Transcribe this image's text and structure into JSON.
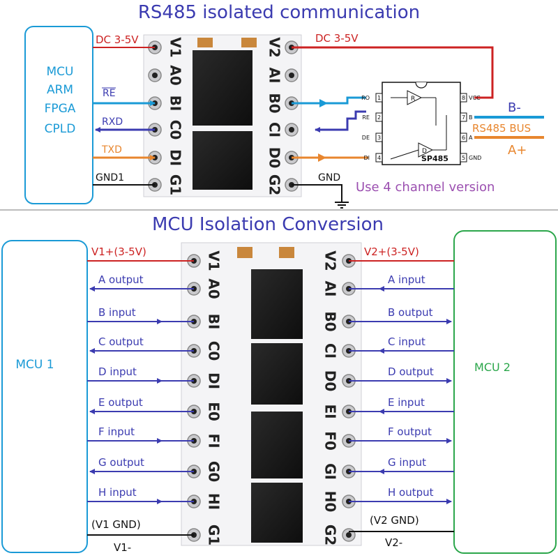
{
  "top": {
    "title": "RS485 isolated communication",
    "mcu_lines": [
      "MCU",
      "ARM",
      "FPGA",
      "CPLD"
    ],
    "left_labels": {
      "dc": "DC 3-5V",
      "re": "RE",
      "rxd": "RXD",
      "txd": "TXD",
      "gnd": "GND1"
    },
    "right_labels": {
      "dc": "DC 3-5V",
      "gnd": "GND"
    },
    "board_left_pins": [
      "V1",
      "A0",
      "BI",
      "C0",
      "DI",
      "G1"
    ],
    "board_right_pins": [
      "V2",
      "AI",
      "B0",
      "CI",
      "D0",
      "G2"
    ],
    "sp485": {
      "name": "SP485",
      "left_pins": [
        {
          "num": "1",
          "label": "RO"
        },
        {
          "num": "2",
          "label": "RE"
        },
        {
          "num": "3",
          "label": "DE"
        },
        {
          "num": "4",
          "label": "DI"
        }
      ],
      "right_pins": [
        {
          "num": "8",
          "label": "VCC"
        },
        {
          "num": "7",
          "label": "B"
        },
        {
          "num": "6",
          "label": "A"
        },
        {
          "num": "5",
          "label": "GND"
        }
      ],
      "r_label": "R",
      "d_label": "D"
    },
    "bus": {
      "b": "B-",
      "name": "RS485 BUS",
      "a": "A+"
    },
    "note": "Use 4 channel version"
  },
  "bottom": {
    "title": "MCU Isolation Conversion",
    "mcu1": "MCU 1",
    "mcu2": "MCU 2",
    "v1_label": "V1+(3-5V)",
    "v2_label": "V2+(3-5V)",
    "left_pins": [
      "V1",
      "A0",
      "BI",
      "C0",
      "DI",
      "E0",
      "FI",
      "G0",
      "HI",
      "G1"
    ],
    "right_pins": [
      "V2",
      "AI",
      "B0",
      "CI",
      "D0",
      "EI",
      "F0",
      "GI",
      "H0",
      "G2"
    ],
    "left_signals": [
      "A  output",
      "B  input",
      "C  output",
      "D input",
      "E  output",
      "F  input",
      "G  output",
      "H  input"
    ],
    "right_signals": [
      "A input",
      "B output",
      "C  input",
      "D output",
      "E input",
      "F output",
      "G input",
      "H  output"
    ],
    "gnd1": "(V1 GND)",
    "v1minus": "V1-",
    "gnd2": "(V2 GND)",
    "v2minus": "V2-"
  },
  "colors": {
    "title": "#3b3bb0",
    "red_wire": "#cc2222",
    "blue_wire": "#3b3bb0",
    "cyan_wire": "#1a9ad6",
    "orange_wire": "#e8862e",
    "purple": "#9b4fb0",
    "mcu_box": "#1a9ad6",
    "mcu2_box": "#2aa64a"
  }
}
